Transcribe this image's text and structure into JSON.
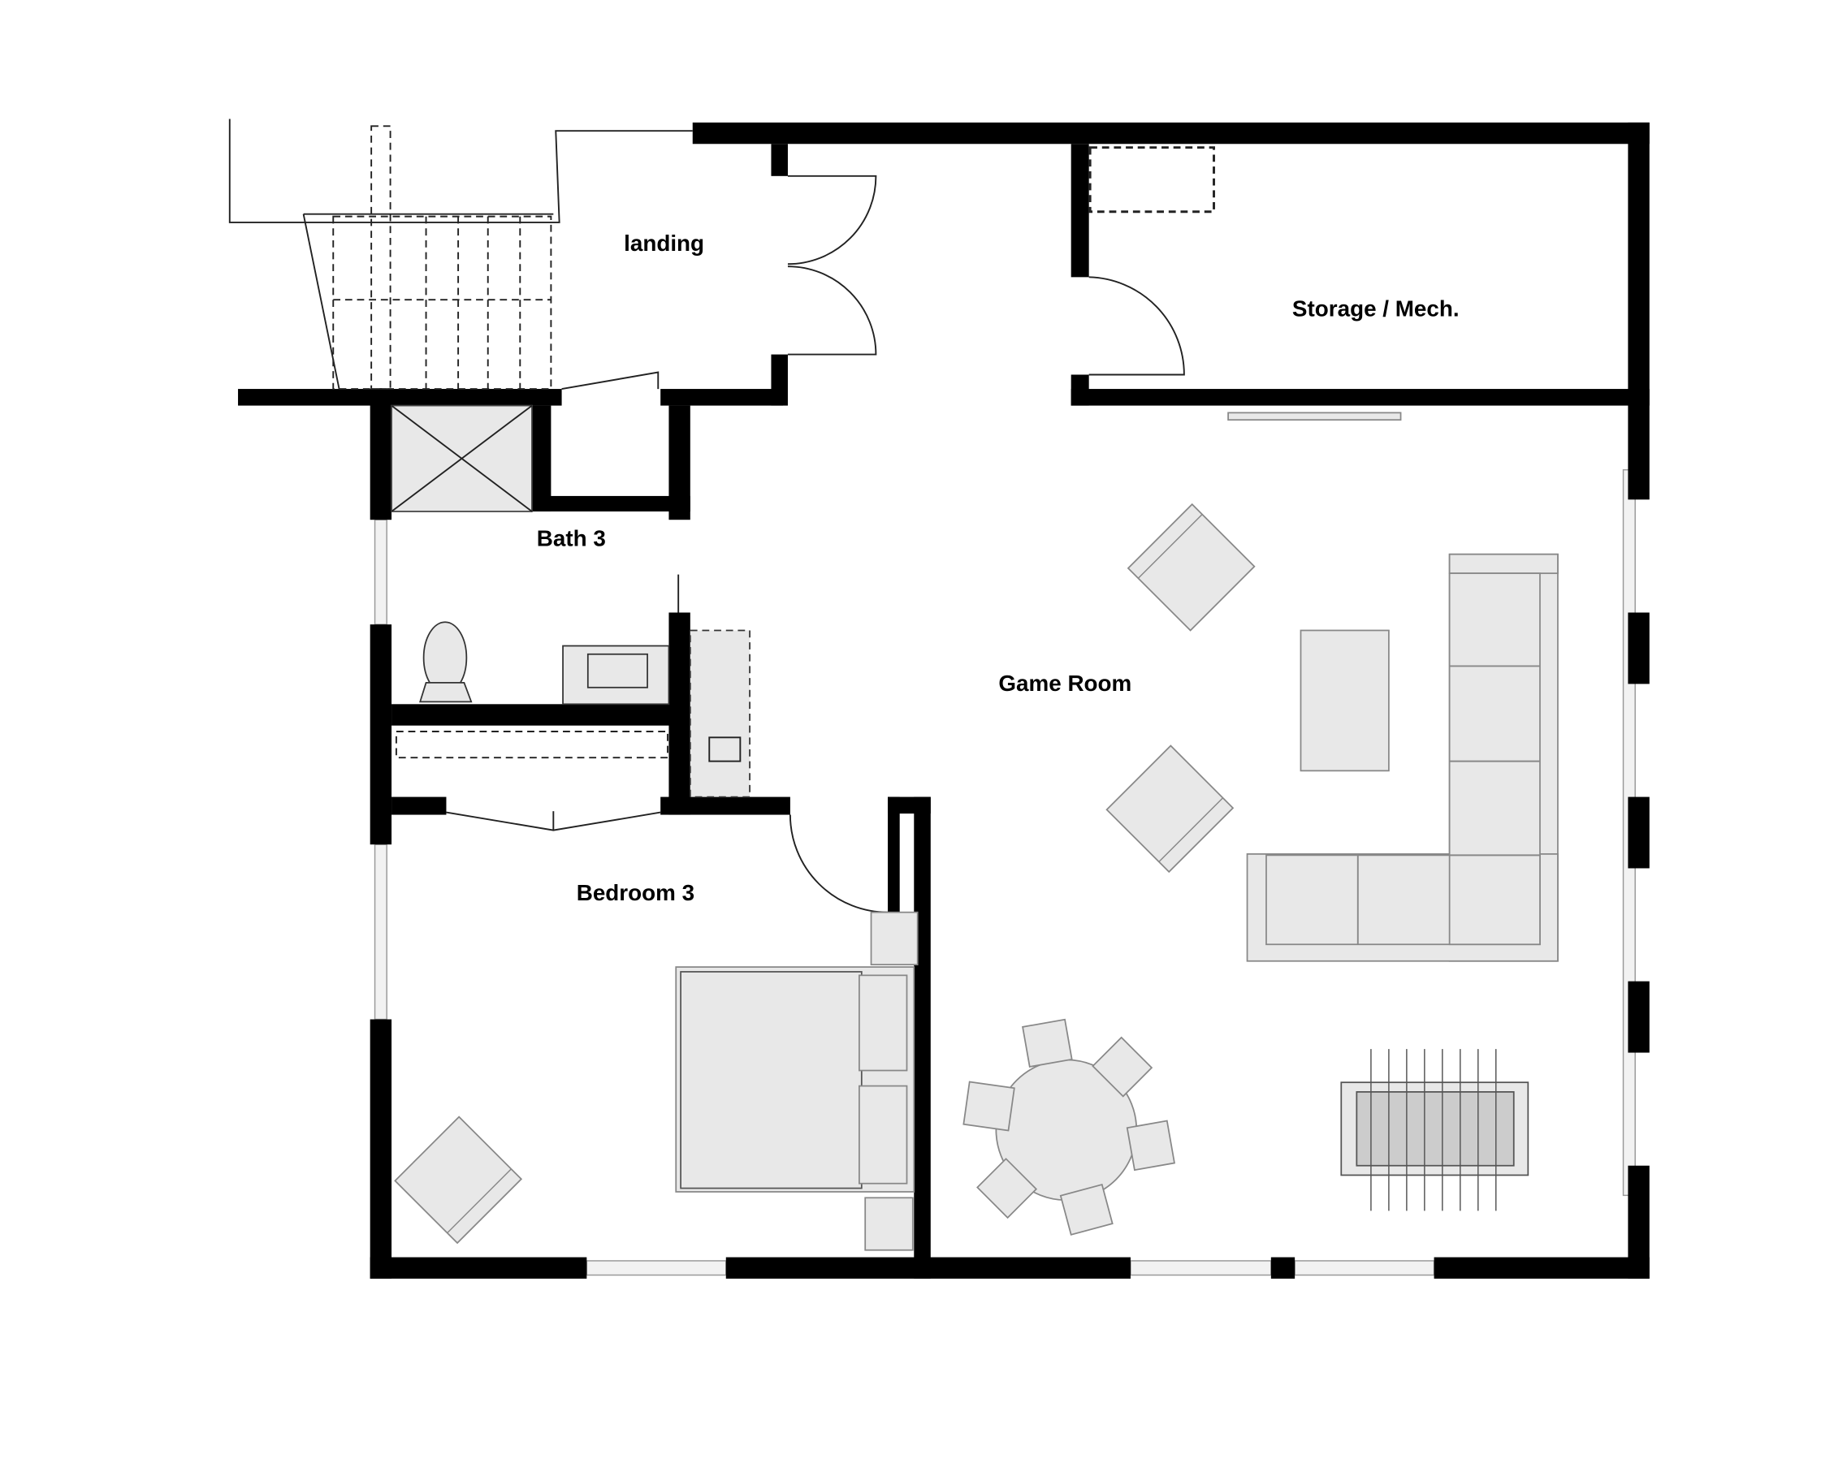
{
  "rooms": {
    "landing": "landing",
    "storage": "Storage / Mech.",
    "bath": "Bath 3",
    "game_room": "Game Room",
    "bedroom": "Bedroom 3"
  },
  "colors": {
    "wall": "#000000",
    "furniture": "#e8e8e8",
    "furniture_stroke": "#888888"
  }
}
